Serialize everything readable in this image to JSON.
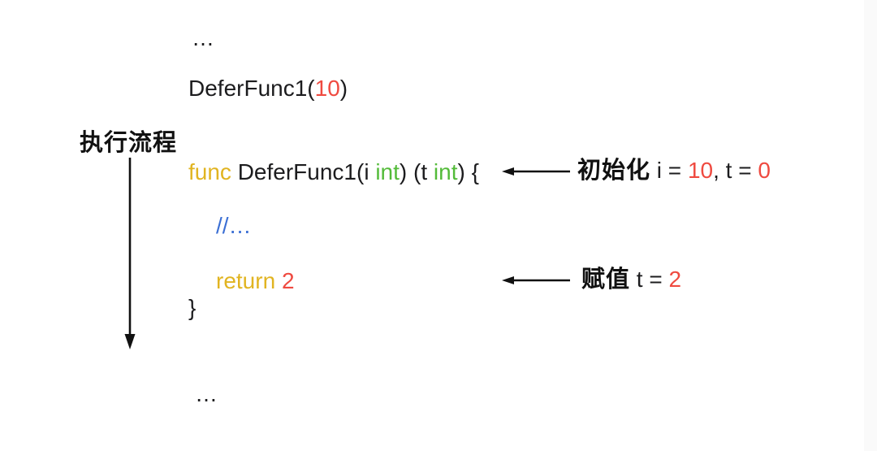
{
  "flow": {
    "label": "执行流程"
  },
  "code": {
    "ellipsis_top": "…",
    "call": {
      "fn": "DeferFunc1(",
      "arg": "10",
      "close": ")"
    },
    "signature": {
      "keyword": "func ",
      "name": "DeferFunc1(i ",
      "type1": "int",
      "middle": ") (t ",
      "type2": "int",
      "close": ") {"
    },
    "comment": "//…",
    "ret": {
      "keyword": "return ",
      "value": "2"
    },
    "brace": "}",
    "ellipsis_bottom": "…"
  },
  "annotations": {
    "init": {
      "label": "初始化",
      "pre1": " i = ",
      "val1": "10",
      "pre2": ", t = ",
      "val2": "0"
    },
    "assign": {
      "label": "赋值",
      "pre": " t = ",
      "val": "2"
    }
  },
  "colors": {
    "text": "#1c1c1e",
    "keyword_gold": "#e1b421",
    "value_red": "#ef4a40",
    "type_green": "#53bb39",
    "comment_blue": "#3b6fd4",
    "background": "#ffffff"
  }
}
